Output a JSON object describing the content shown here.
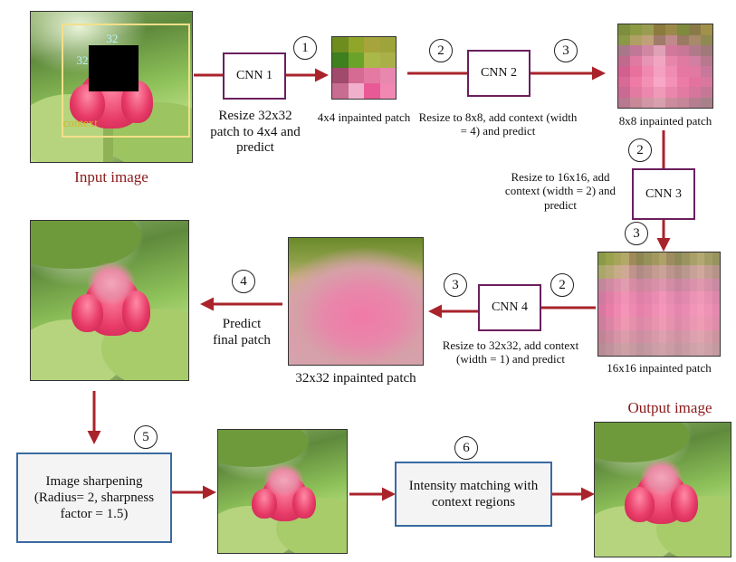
{
  "labels": {
    "input_image": "Input image",
    "output_image": "Output image",
    "context": "context",
    "size_top": "32",
    "size_left": "32",
    "step1_desc": "Resize 32x32 patch to 4x4 and predict",
    "patch4": "4x4 inpainted patch",
    "step2_desc_a": "Resize to 8x8, add context (width = 4) and predict",
    "patch8": "8x8 inpainted patch",
    "step2_desc_b": "Resize to 16x16, add context (width = 2) and predict",
    "patch16": "16x16 inpainted patch",
    "step2_desc_c": "Resize to 32x32, add context (width = 1) and predict",
    "patch32": "32x32 inpainted patch",
    "predict_final": "Predict final patch",
    "sharpening": "Image sharpening (Radius= 2, sharpness factor = 1.5)",
    "intensity": "Intensity matching with context regions"
  },
  "cnn": {
    "cnn1": "CNN 1",
    "cnn2": "CNN 2",
    "cnn3": "CNN 3",
    "cnn4": "CNN 4"
  },
  "steps": {
    "s1": "1",
    "s2a": "2",
    "s3a": "3",
    "s2b": "2",
    "s3b": "3",
    "s2c": "2",
    "s3c": "3",
    "s4": "4",
    "s5": "5",
    "s6": "6"
  },
  "colors": {
    "arrow": "#a9232b",
    "cnn_border": "#6b1f5e",
    "box_border": "#3a6aa0",
    "caption_red": "#8b1a1a",
    "context_box": "#f3e08a",
    "context_label": "#d8b21e",
    "size_label": "#b9f2ff"
  },
  "patch4_colors": [
    "#6e8d1e",
    "#8fa62a",
    "#a6a43a",
    "#9fa43a",
    "#3e7f1e",
    "#6ba32a",
    "#aab84a",
    "#a9b04a",
    "#a04a6c",
    "#d56a92",
    "#e47aa2",
    "#e888ae",
    "#c86c92",
    "#f0b0cc",
    "#e85a96",
    "#f088b2"
  ],
  "patch8_colors": [
    "#7d8f3e",
    "#8c9a44",
    "#9a9c52",
    "#8c7a3e",
    "#9a8a4a",
    "#7e8a3c",
    "#8a7a48",
    "#a0904a",
    "#8a9848",
    "#b0a064",
    "#c0a078",
    "#a07a6a",
    "#c08a8a",
    "#9a7a62",
    "#a88a6a",
    "#8e8a52",
    "#a8788a",
    "#c07896",
    "#d088a2",
    "#e0a0b6",
    "#d2789a",
    "#c87896",
    "#b07a8a",
    "#a07a7a",
    "#c06a8e",
    "#e07aa2",
    "#e894b4",
    "#f0a6c0",
    "#e886aa",
    "#e07aa0",
    "#d080a0",
    "#b8788e",
    "#d2608e",
    "#e8709c",
    "#f088b0",
    "#f4a0c0",
    "#f08cb2",
    "#e676a2",
    "#e07aa2",
    "#c8789a",
    "#d86a96",
    "#f07aa6",
    "#f490b4",
    "#f8a8c6",
    "#f492b6",
    "#ec7ca6",
    "#e4729e",
    "#d8789e",
    "#c86a92",
    "#e27aa2",
    "#ec88ae",
    "#f09ab8",
    "#ea86ac",
    "#e27aa2",
    "#d6769c",
    "#c47896",
    "#b87890",
    "#c88898",
    "#d296a6",
    "#d8a0ae",
    "#cc8c9e",
    "#c48698",
    "#b47e90",
    "#a8808a"
  ],
  "patch16_colors": [
    "#8a9a46",
    "#9aa24e",
    "#a8a45a",
    "#b2a868",
    "#9e8a5a",
    "#8c8652",
    "#96905a",
    "#a2985e",
    "#b0a06a",
    "#9e8c60",
    "#8e8a58",
    "#9a9460",
    "#a8a068",
    "#b4a872",
    "#a49c66",
    "#989460",
    "#a8a86a",
    "#b8a878",
    "#c8ac88",
    "#d0a896",
    "#c0948c",
    "#b08a84",
    "#b8928a",
    "#c49c90",
    "#caa298",
    "#bc968c",
    "#b08e86",
    "#ba988e",
    "#c8a298",
    "#d0a89c",
    "#c29c90",
    "#b49488",
    "#c0889a",
    "#d08aa2",
    "#dc92aa",
    "#e29cb0",
    "#d88ca4",
    "#cc869e",
    "#d08aa2",
    "#d890a8",
    "#de96ac",
    "#d28ca4",
    "#c8869e",
    "#d08ca4",
    "#da92aa",
    "#e098ae",
    "#d690a8",
    "#ca8aa2",
    "#d07aa0",
    "#e07ea6",
    "#ea88ae",
    "#f092b6",
    "#e888ae",
    "#de80a8",
    "#e284ac",
    "#ea8cb2",
    "#f094b8",
    "#e68cb0",
    "#dc84aa",
    "#e28aae",
    "#ec92b4",
    "#f098b8",
    "#e890b2",
    "#dc88ac",
    "#d878a0",
    "#e87ea8",
    "#f088b0",
    "#f494b8",
    "#ee8ab2",
    "#e682aa",
    "#ea86ae",
    "#f08eb4",
    "#f496ba",
    "#ec8eb4",
    "#e486ae",
    "#ea8cb2",
    "#f294b8",
    "#f49aba",
    "#ee92b6",
    "#e48aae",
    "#cc7e9c",
    "#dc84a4",
    "#e88eac",
    "#ee98b2",
    "#e690ac",
    "#dc88a6",
    "#e08caa",
    "#e894ae",
    "#ee9ab4",
    "#e692ae",
    "#dc8aa8",
    "#e290ac",
    "#ea98b2",
    "#ee9cb4",
    "#e894ae",
    "#de8caa",
    "#c08496",
    "#cc8a9e",
    "#d694a6",
    "#dc9cac",
    "#d494a6",
    "#cc8ea0",
    "#d092a4",
    "#d89aaa",
    "#dea0ae",
    "#d698a8",
    "#ce92a2",
    "#d498a8",
    "#dca0ae",
    "#e0a4b0",
    "#d89ca8",
    "#cc949e",
    "#b88c96",
    "#c0929c",
    "#c89aa2",
    "#cea0a6",
    "#c89aa2",
    "#c0949c",
    "#c498a0",
    "#cc9ea6",
    "#d0a2a8",
    "#ca9ca4",
    "#c2969e",
    "#c89ca2",
    "#cea2a8",
    "#d2a6aa",
    "#cca0a6",
    "#c29aa0"
  ]
}
